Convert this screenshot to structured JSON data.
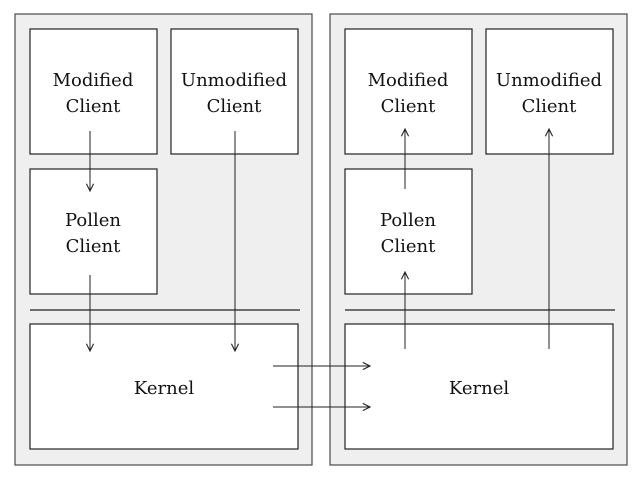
{
  "left": {
    "modified_client": [
      "Modified",
      "Client"
    ],
    "unmodified_client": [
      "Unmodified",
      "Client"
    ],
    "pollen_client": [
      "Pollen",
      "Client"
    ],
    "kernel": "Kernel"
  },
  "right": {
    "modified_client": [
      "Modified",
      "Client"
    ],
    "unmodified_client": [
      "Unmodified",
      "Client"
    ],
    "pollen_client": [
      "Pollen",
      "Client"
    ],
    "kernel": "Kernel"
  },
  "colors": {
    "panel_fill": "#efefef",
    "box_fill": "#ffffff",
    "stroke": "#222222"
  }
}
